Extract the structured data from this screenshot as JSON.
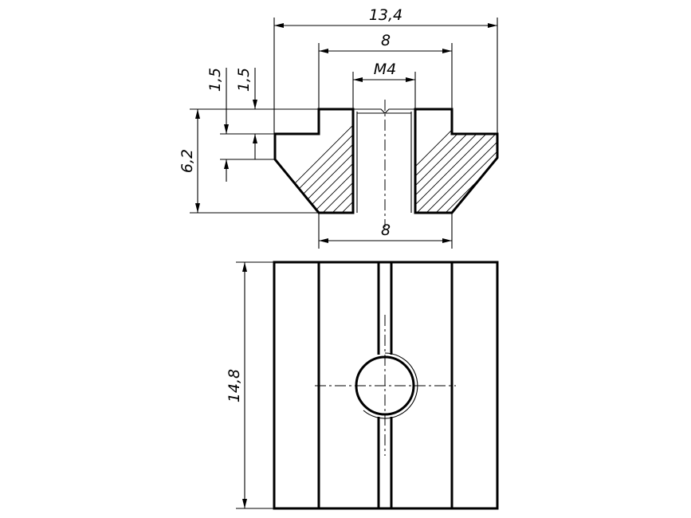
{
  "drawing": {
    "dimensions": {
      "overall_width": "13,4",
      "top_width": "8",
      "thread": "M4",
      "bottom_width": "8",
      "height": "6,2",
      "step_1": "1,5",
      "step_2": "1,5",
      "length": "14,8"
    }
  }
}
